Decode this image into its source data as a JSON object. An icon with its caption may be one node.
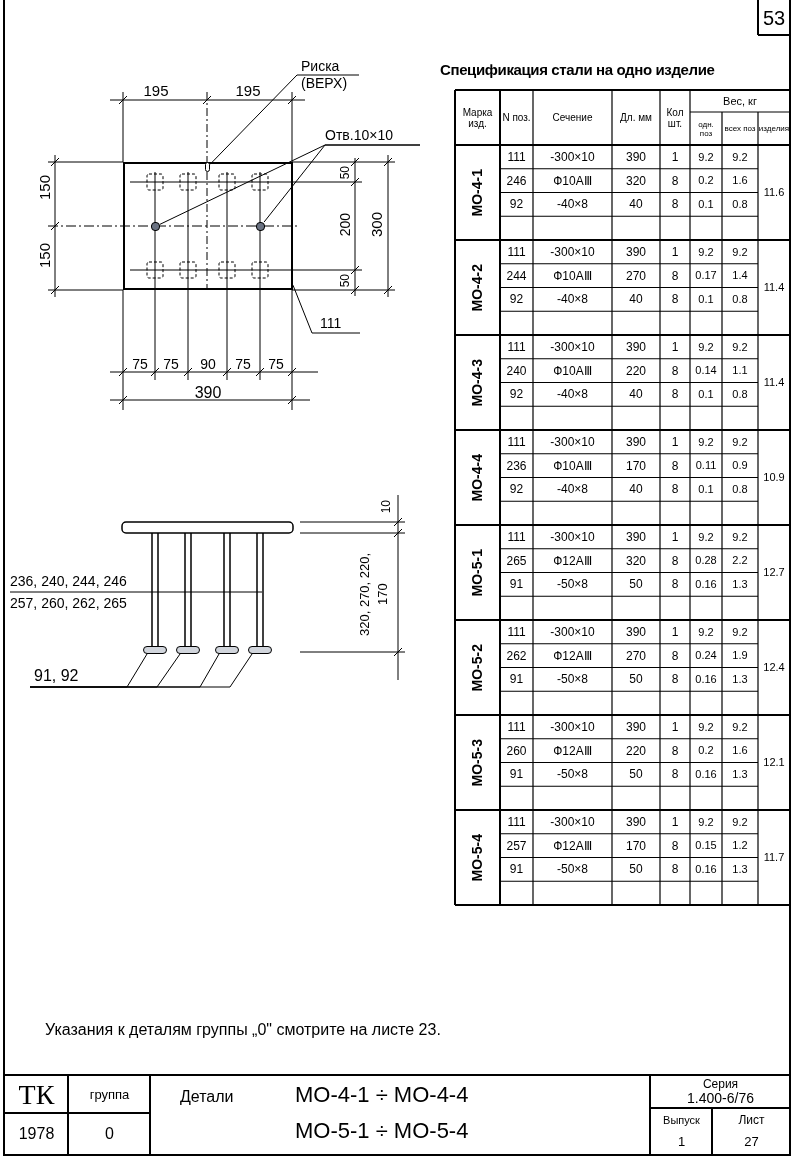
{
  "diagram": {
    "nodes": [
      {
        "text": [
          "Риска (ВЕРХ)"
        ]
      },
      {
        "text": [],
        "shape": "box"
      },
      {
        "text": [],
        "shape": "box",
        "in": 1
      },
      {
        "text": [
          "Отв.10×10"
        ]
      },
      {
        "text": [],
        "shape": "box",
        "in": 1
      },
      {
        "text": [],
        "shape": "box",
        "in": 1
      },
      {
        "text": [
          "111"
        ]
      },
      {
        "text": [
          "236, 240, 244, 246 257, 260, 262, 265"
        ]
      },
      {
        "text": [
          "91, 92"
        ]
      },
      {
        "text": [],
        "shape": "box"
      },
      {
        "text": [],
        "shape": "box"
      },
      {
        "text": [],
        "shape": "box"
      },
      {
        "text": [],
        "shape": "box"
      }
    ],
    "edges": [
      {
        "from": 0,
        "to": 2,
        "arrow": "none"
      },
      {
        "from": 3,
        "to": 4,
        "arrow": "none"
      },
      {
        "from": 3,
        "to": 5,
        "arrow": "none"
      },
      {
        "from": 6,
        "to": 1,
        "arrow": "none"
      },
      {
        "from": 7,
        "to": null,
        "arrow": "none"
      },
      {
        "from": 8,
        "to": 9,
        "arrow": "none"
      },
      {
        "from": 8,
        "to": 10,
        "arrow": "none"
      },
      {
        "from": 8,
        "to": 11,
        "arrow": "none"
      },
      {
        "from": 8,
        "to": 12,
        "arrow": "none"
      }
    ],
    "labels": [
      "53",
      "195",
      "195",
      "150",
      "150",
      "50",
      "200",
      "50",
      "300",
      "75",
      "75",
      "90",
      "75",
      "75",
      "390",
      "10",
      "320, 270, 220, 170",
      "Спецификация стали на одно изделие",
      "Марка изд.",
      "N поз.",
      "Сечение",
      "Дл. мм",
      "Кол шт.",
      "Вес, кг",
      "одн. поз",
      "всех поз",
      "изделия",
      "МО-4-1",
      "111",
      "-300×10",
      "390",
      "1",
      "9.2",
      "9.2",
      "246",
      "Ф10АⅢ",
      "320",
      "8",
      "0.2",
      "1.6",
      "92",
      "-40×8",
      "40",
      "8",
      "0.1",
      "0.8",
      "11.6",
      "МО-4-2",
      "111",
      "-300×10",
      "390",
      "1",
      "9.2",
      "9.2",
      "244",
      "Ф10АⅢ",
      "270",
      "8",
      "0.17",
      "1.4",
      "92",
      "-40×8",
      "40",
      "8",
      "0.1",
      "0.8",
      "11.4",
      "МО-4-3",
      "111",
      "-300×10",
      "390",
      "1",
      "9.2",
      "9.2",
      "240",
      "Ф10АⅢ",
      "220",
      "8",
      "0.14",
      "1.1",
      "92",
      "-40×8",
      "40",
      "8",
      "0.1",
      "0.8",
      "11.4",
      "МО-4-4",
      "111",
      "-300×10",
      "390",
      "1",
      "9.2",
      "9.2",
      "236",
      "Ф10АⅢ",
      "170",
      "8",
      "0.11",
      "0.9",
      "92",
      "-40×8",
      "40",
      "8",
      "0.1",
      "0.8",
      "10.9",
      "МО-5-1",
      "111",
      "-300×10",
      "390",
      "1",
      "9.2",
      "9.2",
      "265",
      "Ф12АⅢ",
      "320",
      "8",
      "0.28",
      "2.2",
      "91",
      "-50×8",
      "50",
      "8",
      "0.16",
      "1.3",
      "12.7",
      "МО-5-2",
      "111",
      "-300×10",
      "390",
      "1",
      "9.2",
      "9.2",
      "262",
      "Ф12АⅢ",
      "270",
      "8",
      "0.24",
      "1.9",
      "91",
      "-50×8",
      "50",
      "8",
      "0.16",
      "1.3",
      "12.4",
      "МО-5-3",
      "111",
      "-300×10",
      "390",
      "1",
      "9.2",
      "9.2",
      "260",
      "Ф12АⅢ",
      "220",
      "8",
      "0.2",
      "1.6",
      "91",
      "-50×8",
      "50",
      "8",
      "0.16",
      "1.3",
      "12.1",
      "МО-5-4",
      "111",
      "-300×10",
      "390",
      "1",
      "9.2",
      "9.2",
      "257",
      "Ф12АⅢ",
      "170",
      "8",
      "0.15",
      "1.2",
      "91",
      "-50×8",
      "50",
      "8",
      "0.16",
      "1.3",
      "11.7",
      "Указания к деталям группы „0\" смотрите на листе 23.",
      "ТК",
      "группа",
      "1978",
      "0",
      "Детали",
      "МО-4-1 ÷ МО-4-4",
      "МО-5-1 ÷ МО-5-4",
      "Серия",
      "1.400-6/76",
      "Выпуск",
      "1",
      "Лист",
      "27"
    ]
  }
}
